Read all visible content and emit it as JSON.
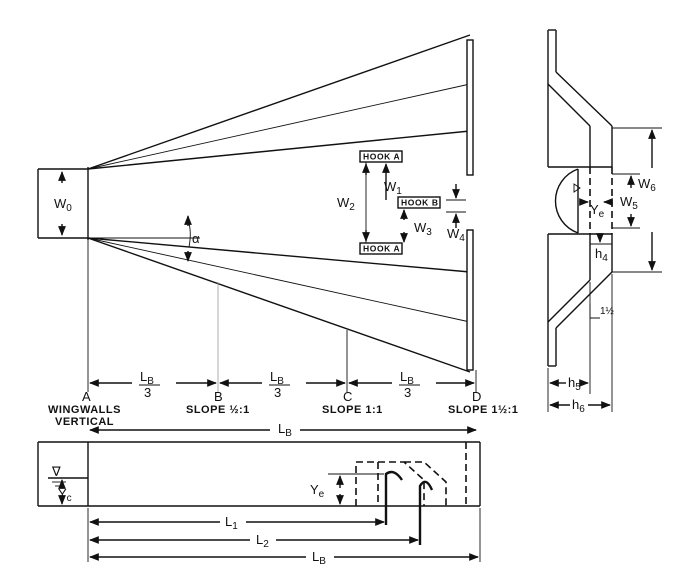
{
  "plan": {
    "points": [
      "A",
      "B",
      "C",
      "D"
    ],
    "segments": [
      {
        "num": "L",
        "sub": "B",
        "den": "3"
      },
      {
        "num": "L",
        "sub": "B",
        "den": "3"
      },
      {
        "num": "L",
        "sub": "B",
        "den": "3"
      }
    ],
    "wingwalls": [
      "WINGWALLS",
      "VERTICAL"
    ],
    "slopes": [
      "SLOPE ½:1",
      "SLOPE 1:1",
      "SLOPE 1½:1"
    ],
    "total_length": {
      "main": "L",
      "sub": "B"
    },
    "hooks": [
      "HOOK A",
      "HOOK B",
      "HOOK A"
    ],
    "w0": {
      "main": "W",
      "sub": "0"
    },
    "w1": {
      "main": "W",
      "sub": "1"
    },
    "w2": {
      "main": "W",
      "sub": "2"
    },
    "w3": {
      "main": "W",
      "sub": "3"
    },
    "w4": {
      "main": "W",
      "sub": "4"
    },
    "alpha": "α"
  },
  "section": {
    "w5": {
      "main": "W",
      "sub": "5"
    },
    "w6": {
      "main": "W",
      "sub": "6"
    },
    "ye": {
      "main": "Y",
      "sub": "e"
    },
    "h4": {
      "main": "h",
      "sub": "4"
    },
    "h5": {
      "main": "h",
      "sub": "5"
    },
    "h6": {
      "main": "h",
      "sub": "6"
    },
    "slope": "1½"
  },
  "profile": {
    "water_symbol": "∇",
    "yc": {
      "main": "Y",
      "sub": "c"
    },
    "ye": {
      "main": "Y",
      "sub": "e"
    },
    "l1": {
      "main": "L",
      "sub": "1"
    },
    "l2": {
      "main": "L",
      "sub": "2"
    },
    "lb": {
      "main": "L",
      "sub": "B"
    }
  }
}
